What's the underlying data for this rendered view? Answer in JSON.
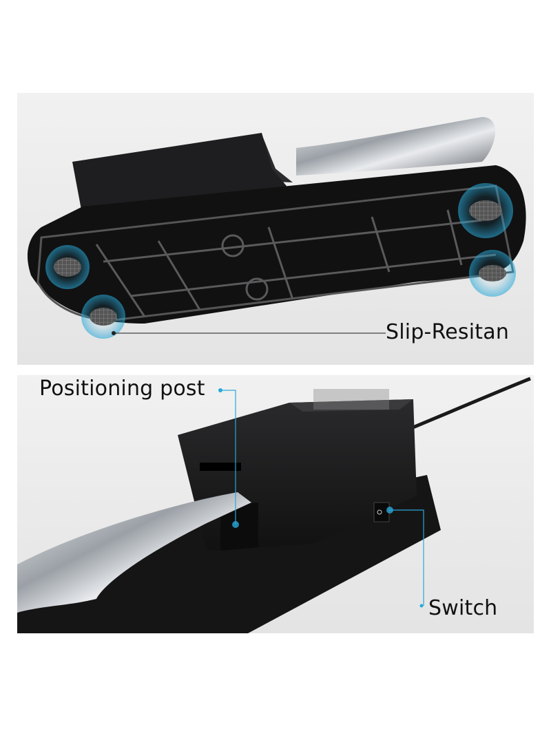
{
  "labels": {
    "slip": "Slip-Resitan",
    "post": "Positioning post",
    "switch": "Switch"
  },
  "colors": {
    "background": "#ececec",
    "pedal_body": "#1c1c1e",
    "accent": "#29a8d8",
    "chrome": "#c9ccd0"
  }
}
